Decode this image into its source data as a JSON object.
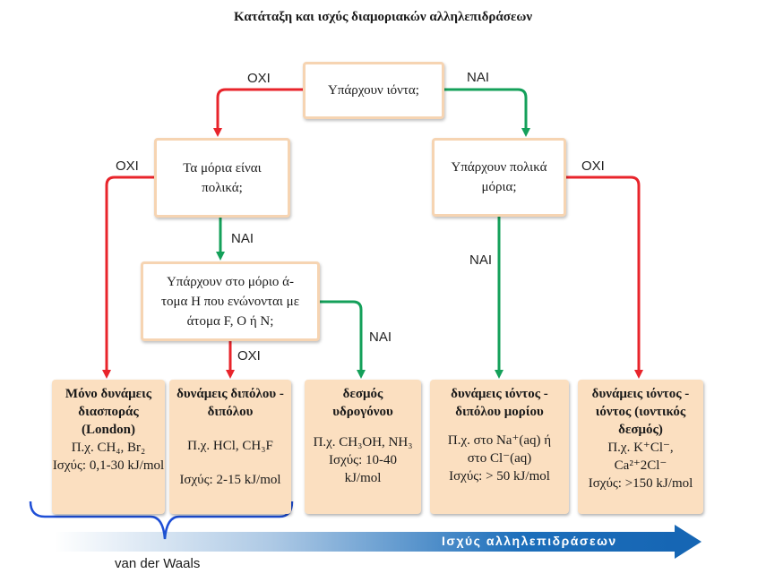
{
  "title": "Κατάταξη και ισχύς διαμοριακών αλληλεπιδράσεων",
  "questions": {
    "ions": "Υπάρχουν ιόντα;",
    "polar_molecules": "Τα μόρια είναι πολικά;",
    "polar_present": "Υπάρχουν πολικά μόρια;",
    "hydrogen_bond": "Υπάρχουν στο μόριο ά-τομα Η που ενώνονται με άτομα F, O ή N;"
  },
  "edge_labels": {
    "no": "ΟΧΙ",
    "yes": "ΝΑΙ"
  },
  "results": [
    {
      "title": "Μόνο δυνάμεις διασποράς (London)",
      "example": "Π.χ. CH₄, Br₂",
      "strength": "Ισχύς: 0,1-30 kJ/mol"
    },
    {
      "title": "δυνάμεις διπόλου - διπόλου",
      "example": "Π.χ. HCl, CH₃F",
      "strength": "Ισχύς: 2-15 kJ/mol"
    },
    {
      "title": "δεσμός υδρογόνου",
      "example": "Π.χ. CH₃OH, NH₃",
      "strength": "Ισχύς: 10-40 kJ/mol"
    },
    {
      "title": "δυνάμεις ιόντος - διπόλου μορίου",
      "example": "Π.χ. στο Na⁺(aq) ή στο Cl⁻(aq)",
      "strength": "Ισχύς: > 50 kJ/mol"
    },
    {
      "title": "δυνάμεις ιόντος - ιόντος (ιοντικός δεσμός)",
      "example": "Π.χ. K⁺Cl⁻, Ca²⁺2Cl⁻",
      "strength": "Ισχύς: >150 kJ/mol"
    }
  ],
  "scale_label": "Ισχύς αλληλεπιδράσεων",
  "brace_label": "van der Waals",
  "colors": {
    "no": "#e8242b",
    "yes": "#14a05a",
    "brace": "#1f4fd6",
    "scale": "#1666b4",
    "result_fill": "#fbdfc0"
  }
}
